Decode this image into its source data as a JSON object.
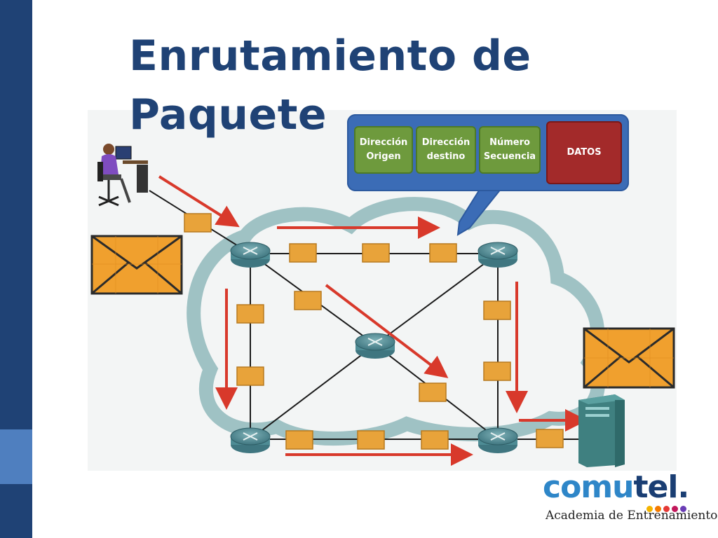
{
  "slide": {
    "title_line1": "Enrutamiento de",
    "title_line2": "Paquete"
  },
  "packet_header": {
    "fields": [
      {
        "line1": "Dirección",
        "line2": "Origen"
      },
      {
        "line1": "Dirección",
        "line2": "destino"
      },
      {
        "line1": "Número",
        "line2": "Secuencia"
      }
    ],
    "data_label": "DATOS"
  },
  "logo": {
    "word_part1": "comu",
    "word_part2": "tel.",
    "subtitle": "Academia de Entrenamiento"
  },
  "colors": {
    "sidebar": "#1f4275",
    "sidebar_accent": "#4f7fbf",
    "title": "#1f4275",
    "header_box": "#3b6cb6",
    "field_green": "#6e9a3d",
    "data_red": "#a32a2a",
    "arrow_red": "#d8392b",
    "packet_orange": "#e8a33a",
    "router_teal": "#4e8c95",
    "cloud": "#8fb9bb"
  },
  "icons": [
    "user-at-computer-icon",
    "envelope-icon",
    "router-icon",
    "server-icon",
    "packet-icon",
    "arrow-icon"
  ]
}
